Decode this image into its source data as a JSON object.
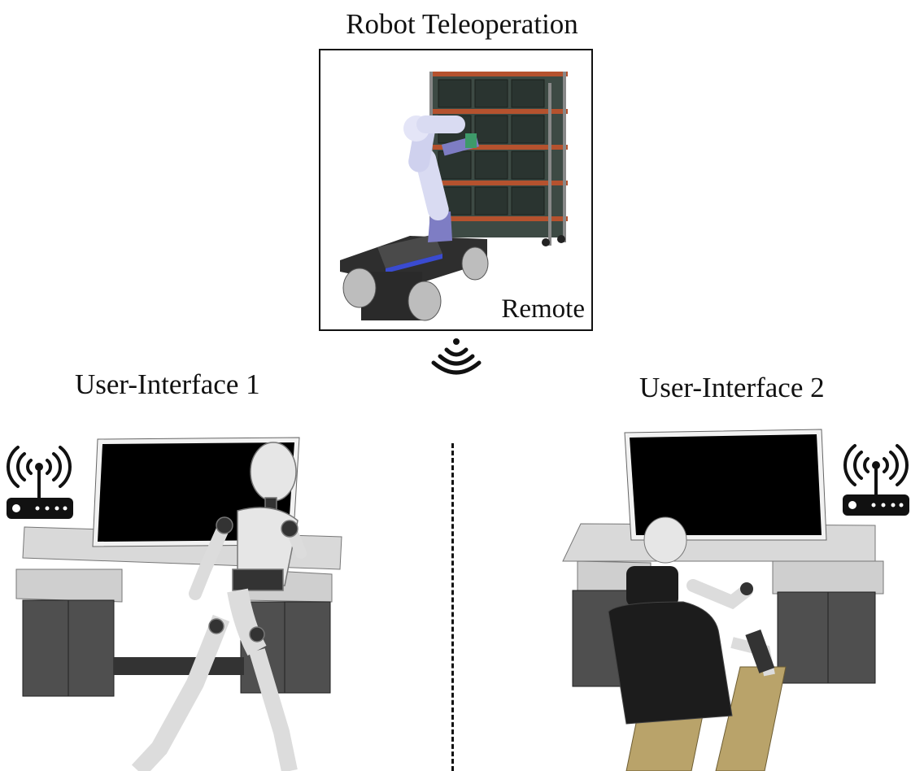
{
  "title": "Robot Teleoperation",
  "remote": {
    "label": "Remote"
  },
  "interfaces": [
    {
      "label": "User-Interface 1"
    },
    {
      "label": "User-Interface 2"
    }
  ],
  "icons": {
    "signal": "wireless-signal-icon",
    "router": "wifi-router-icon"
  },
  "colors": {
    "shelf_frame": "#b5522e",
    "robot_arm": "#d9dbf2",
    "robot_base": "#7e7dc4",
    "screen": "#000000",
    "desk": "#d9d9d9",
    "cabinet": "#4f4f4f",
    "mannequin": "#e6e6e6",
    "seat": "#1c1c1c",
    "rails": "#b9a36a"
  }
}
